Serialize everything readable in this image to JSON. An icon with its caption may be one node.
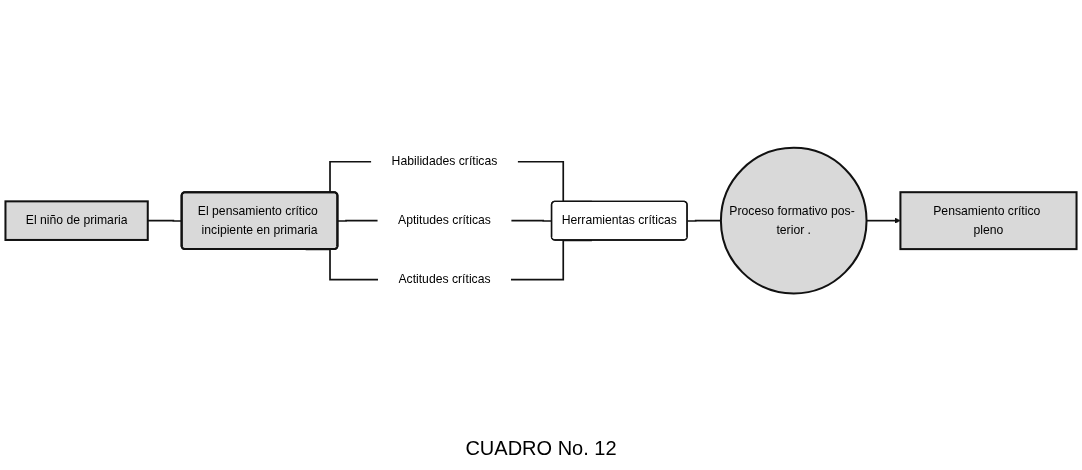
{
  "diagram": {
    "caption": "CUADRO No. 12",
    "nodes": [
      {
        "text": [
          "El niño de primaria"
        ]
      },
      {
        "text": [
          "El pensamiento crítico incipiente en primaria"
        ]
      },
      {
        "text": [
          "Habilidades críticas"
        ]
      },
      {
        "text": [
          "Aptitudes críticas"
        ]
      },
      {
        "text": [
          "Actitudes críticas"
        ]
      },
      {
        "text": [
          "Herramientas críticas"
        ]
      },
      {
        "text": [
          "Proceso formativo pos- terior ."
        ]
      },
      {
        "text": [
          "Pensamiento crítico pleno"
        ]
      }
    ],
    "edges": [
      {
        "from": 0,
        "to": 1,
        "arrow": "none"
      },
      {
        "from": 1,
        "to": 2,
        "arrow": "none"
      },
      {
        "from": 1,
        "to": 3,
        "arrow": "none"
      },
      {
        "from": 1,
        "to": 4,
        "arrow": "none"
      },
      {
        "from": 2,
        "to": 5,
        "arrow": "none"
      },
      {
        "from": 3,
        "to": 5,
        "arrow": "none"
      },
      {
        "from": 4,
        "to": 5,
        "arrow": "none"
      },
      {
        "from": 5,
        "to": 6,
        "arrow": "none"
      },
      {
        "from": 6,
        "to": 7,
        "arrow": "to"
      }
    ]
  }
}
